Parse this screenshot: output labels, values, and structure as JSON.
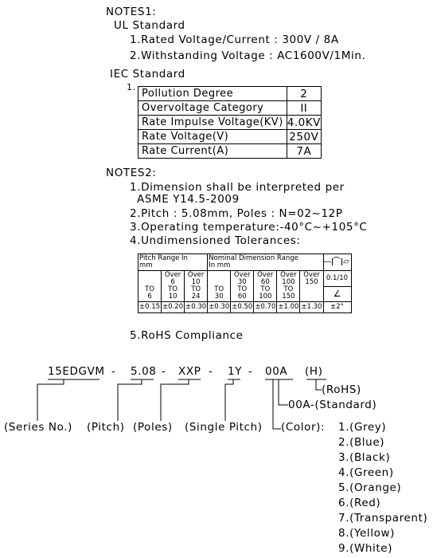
{
  "notes1": {
    "heading": "NOTES1:",
    "ul_heading": "UL Standard",
    "ul_items": [
      "1.Rated Voltage/Current : 300V / 8A",
      "2.Withstanding Voltage : AC1600V/1Min."
    ],
    "iec_heading": "IEC Standard",
    "iec_index": "1.",
    "iec_rows": [
      {
        "label": "Pollution Degree",
        "value": "2"
      },
      {
        "label": "Overvoltage Category",
        "value": "II"
      },
      {
        "label": "Rate Impulse Voltage(KV)",
        "value": "4.0KV"
      },
      {
        "label": "Rate Voltage(V)",
        "value": "250V"
      },
      {
        "label": "Rate Current(A)",
        "value": "7A"
      }
    ]
  },
  "notes2": {
    "heading": "NOTES2:",
    "item1_line1": "1.Dimension shall be interpreted per",
    "item1_line2": "ASME Y14.5-2009",
    "item2": "2.Pitch : 5.08mm, Poles : N=02~12P",
    "item3": "3.Operating temperature:-40°C~+105°C",
    "item4": "4.Undimensioned Tolerances:",
    "item5": "5.RoHS Compliance"
  },
  "tolerance_table": {
    "pitch_header_1": "Pitch Range In",
    "pitch_header_2": "mm",
    "nominal_header_1": "Nominal Dimension Range",
    "nominal_header_2": "In mm",
    "symbol_flat": "—",
    "symbol_arc": "⌒",
    "symbol_parallelogram": "▱",
    "pitch_ranges": [
      {
        "l1": "",
        "l2": "",
        "l3": "TO",
        "l4": "6"
      },
      {
        "l1": "Over",
        "l2": "6",
        "l3": "TO",
        "l4": "10"
      },
      {
        "l1": "Over",
        "l2": "10",
        "l3": "TO",
        "l4": "24"
      }
    ],
    "nominal_ranges": [
      {
        "l1": "",
        "l2": "",
        "l3": "TO",
        "l4": "30"
      },
      {
        "l1": "Over",
        "l2": "30",
        "l3": "TO",
        "l4": "60"
      },
      {
        "l1": "Over",
        "l2": "60",
        "l3": "TO",
        "l4": "100"
      },
      {
        "l1": "Over",
        "l2": "100",
        "l3": "TO",
        "l4": "150"
      },
      {
        "l1": "Over",
        "l2": "150",
        "l3": "",
        "l4": ""
      }
    ],
    "flatness_value": "0.1/10",
    "angle_symbol": "∠",
    "tolerances": [
      "±0.15",
      "±0.20",
      "±0.30",
      "±0.30",
      "±0.50",
      "±0.70",
      "±1.00",
      "±1.30",
      "±2°"
    ]
  },
  "part_number": {
    "series": "15EDGVM",
    "dash1": "-",
    "pitch": "5.08",
    "dash2": "-",
    "poles": "XXP",
    "dash3": "-",
    "single_pitch": "1Y",
    "dash4": "-",
    "color": "00A",
    "rohs": "(H)",
    "rohs_label": "(RoHS)",
    "standard_label": "00A-(Standard)",
    "series_label": "(Series No.)",
    "pitch_label": "(Pitch)",
    "poles_label": "(Poles)",
    "single_pitch_label": "(Single Pitch)",
    "color_label": "(Color):",
    "colors": [
      "1.(Grey)",
      "2.(Blue)",
      "3.(Black)",
      "4.(Green)",
      "5.(Orange)",
      "6.(Red)",
      "7.(Transparent)",
      "8.(Yellow)",
      "9.(White)"
    ]
  }
}
